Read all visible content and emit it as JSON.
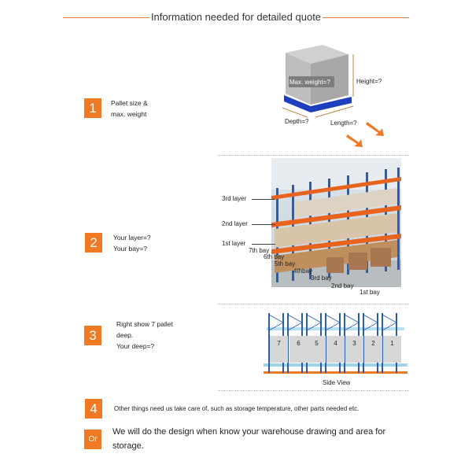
{
  "header": {
    "title": "Information needed for detailed quote"
  },
  "steps": [
    {
      "number": "1",
      "lines": [
        "Pallet size &",
        "max. weight"
      ]
    },
    {
      "number": "2",
      "lines": [
        "Your layer=?",
        "Your bay=?"
      ]
    },
    {
      "number": "3",
      "lines": [
        "Right show 7 pallet",
        "deep.",
        "Your deep=?"
      ]
    },
    {
      "number": "4",
      "lines": [
        "Other things need us take care of, such as storage temperature, other parts needed etc."
      ]
    },
    {
      "number": "Or",
      "lines": [
        "We will do the design when know your warehouse drawing and area for",
        "storage."
      ]
    }
  ],
  "pallet_figure": {
    "weight_label": "Max. weight=?",
    "height_label": "Height=?",
    "depth_label": "Depth=?",
    "length_label": "Length=?"
  },
  "rack_photo": {
    "layers": [
      "3rd layer",
      "2nd layer",
      "1st layer"
    ],
    "bays": [
      "7th bay",
      "6th bay",
      "5th bay",
      "4thbay",
      "3rd bay",
      "2nd bay",
      "1st bay"
    ]
  },
  "side_view": {
    "positions": [
      "7",
      "6",
      "5",
      "4",
      "3",
      "2",
      "1"
    ],
    "caption": "Side View"
  },
  "colors": {
    "accent": "#f07a24",
    "rack_orange": "#e8641e",
    "rack_blue": "#2a5cb8"
  }
}
